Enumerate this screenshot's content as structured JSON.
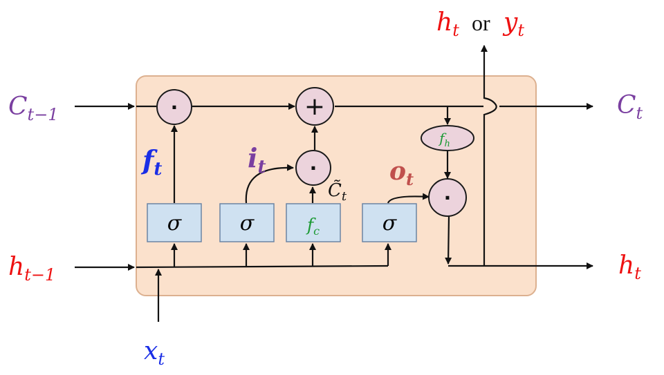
{
  "colors": {
    "cell_fill": "#fbe1cc",
    "cell_stroke": "#dcb08f",
    "gate_fill": "#cfe1f1",
    "gate_stroke": "#6b84a3",
    "op_fill": "#ecd3dc",
    "op_stroke": "#1a1a1a",
    "red": "#ee1111",
    "purple": "#7a3fa0",
    "blue": "#1a2ee6",
    "gate_red": "#c0504d",
    "green": "#1d9a35",
    "black": "#111111"
  },
  "labels": {
    "c_prev": {
      "main": "C",
      "sub": "t−1"
    },
    "c_next": {
      "main": "C",
      "sub": "t"
    },
    "h_prev": {
      "main": "h",
      "sub": "t−1"
    },
    "h_next": {
      "main": "h",
      "sub": "t"
    },
    "x_in": {
      "main": "x",
      "sub": "t"
    },
    "top_h": {
      "main": "h",
      "sub": "t"
    },
    "top_or": "or",
    "top_y": {
      "main": "y",
      "sub": "t"
    },
    "f_gate": {
      "main": "f",
      "sub": "t"
    },
    "i_gate": {
      "main": "i",
      "sub": "t"
    },
    "o_gate": {
      "main": "o",
      "sub": "t"
    },
    "c_tilde": {
      "main": "C̃",
      "sub": "t"
    }
  },
  "gates": {
    "forget": "σ",
    "input": "σ",
    "candidate": {
      "main": "f",
      "sub": "c"
    },
    "output": "σ"
  },
  "ops": {
    "multiply": "·",
    "add": "+",
    "hidden_fn": {
      "main": "f",
      "sub": "h"
    }
  }
}
